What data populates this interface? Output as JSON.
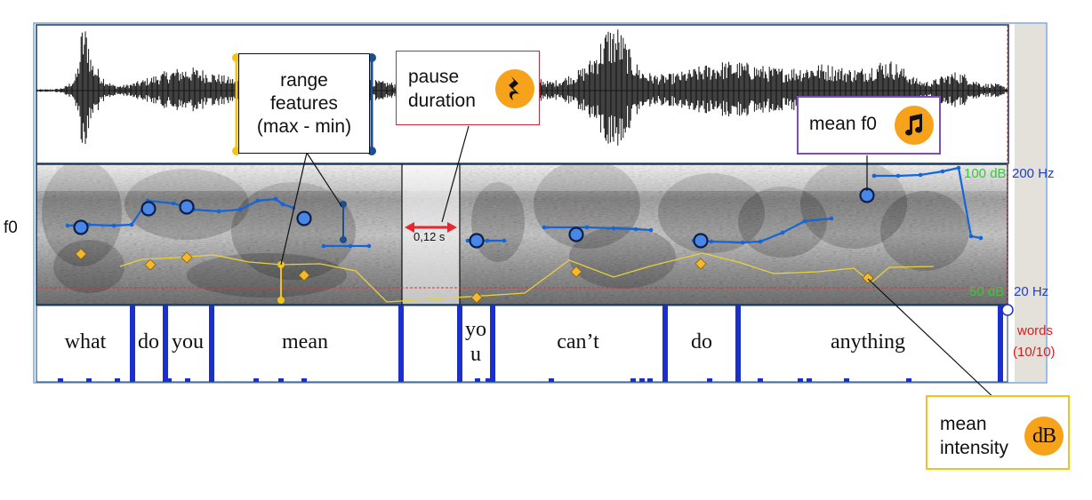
{
  "axis": {
    "f0_label": "f0",
    "db_top": "100 dB",
    "hz_top": "200 Hz",
    "db_bottom": "50 dB",
    "hz_bottom": "20 Hz",
    "tier_name": "words",
    "tier_count": "(10/10)"
  },
  "words": [
    "what",
    "do",
    "you",
    "mean",
    "yo\nu",
    "can’t",
    "do",
    "anything"
  ],
  "pause_label": "0,12 s",
  "callouts": {
    "range": "range\nfeatures\n(max - min)",
    "pause": "pause\nduration",
    "mean_f0": "mean f0",
    "mean_intensity": "mean\nintensity"
  },
  "icons": {
    "pause": "rest-note-icon",
    "mean_f0": "music-note-icon",
    "mean_intensity": "db-icon",
    "db_text": "dB"
  },
  "colors": {
    "pitch": "#1565D8",
    "pitch_marker": "#4A86E8",
    "intensity": "#E8D13A",
    "diamond": "#F5B82E",
    "boundary": "#1A2FCC",
    "pause_arrow": "#E8262E",
    "range_left": "#F2C417",
    "range_right": "#1F4E8C",
    "pause_box": "#C8283A",
    "meanf0_box": "#7B4FB8",
    "intensity_box": "#F2C417",
    "badge": "#F7A21B",
    "db_green": "#33CC33",
    "hz_blue": "#1E3FD0",
    "tier_red": "#D62020"
  }
}
